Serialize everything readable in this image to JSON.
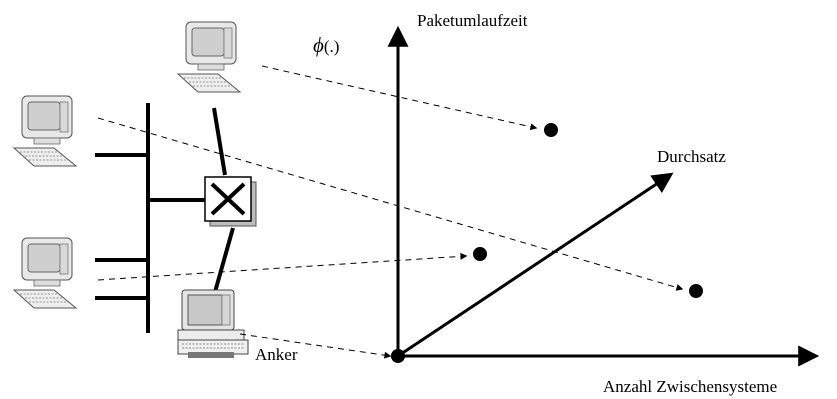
{
  "labels": {
    "y_axis": "Paketumlaufzeit",
    "x_axis": "Anzahl Zwischensysteme",
    "diag_axis": "Durchsatz",
    "metric_symbol": "ϕ",
    "metric_args": "(.)",
    "anchor": "Anker"
  },
  "icons": {
    "computer": "desktop-computer-icon",
    "router": "router-x-icon",
    "anchor_pc": "workstation-icon"
  },
  "colors": {
    "ink": "#000000",
    "screen": "#cfcfcf",
    "case": "#e8e8e8"
  }
}
